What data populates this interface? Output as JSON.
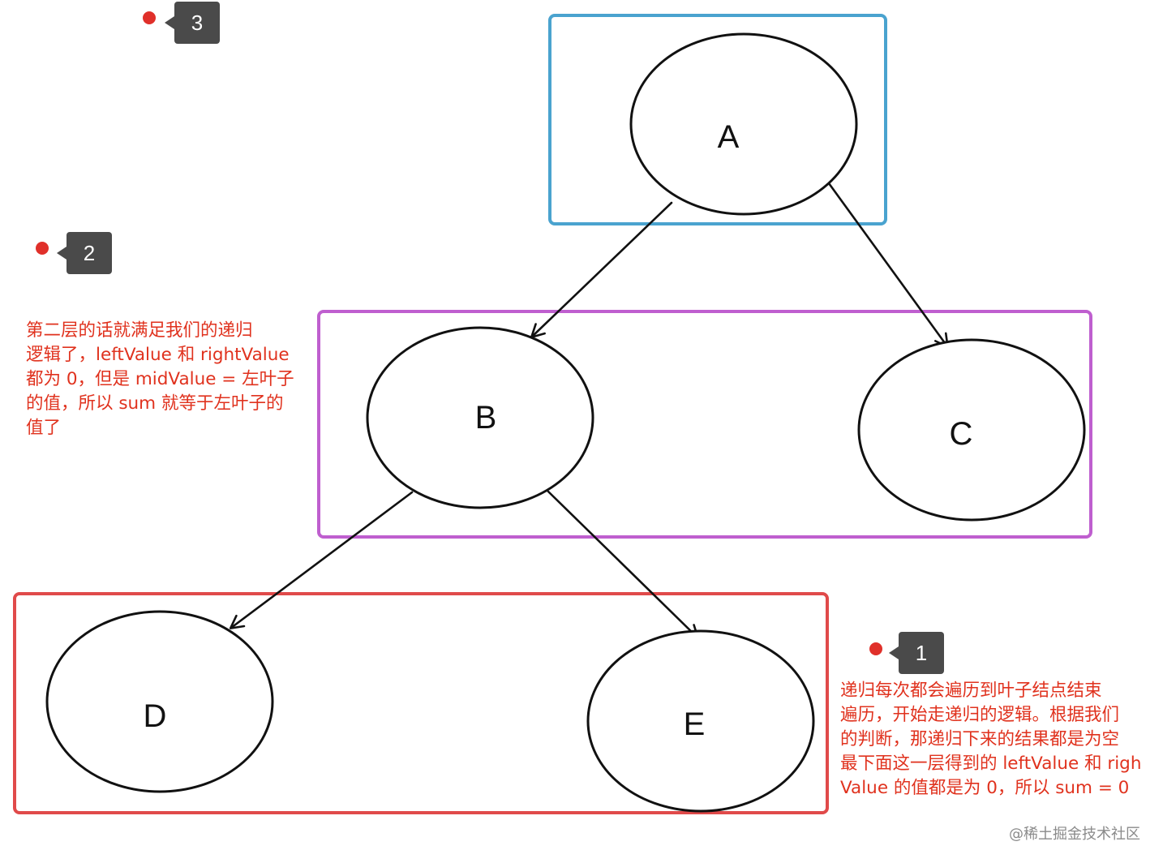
{
  "colors": {
    "layer_top": "#4aa3cf",
    "layer_middle": "#bf5fcf",
    "layer_bottom": "#e04a4a",
    "annotation_text": "#e0321e",
    "marker_dot": "#e0302a",
    "badge_bg": "#4a4a4a"
  },
  "nodes": {
    "a": "A",
    "b": "B",
    "c": "C",
    "d": "D",
    "e": "E"
  },
  "markers": {
    "m1": "1",
    "m2": "2",
    "m3": "3"
  },
  "annotations": {
    "layer2_note": "第二层的话就满足我们的递归\n逻辑了，leftValue 和 rightValue\n都为 0，但是 midValue = 左叶子\n的值，所以 sum 就等于左叶子的\n值了",
    "layer3_note": "递归每次都会遍历到叶子结点结束\n遍历，开始走递归的逻辑。根据我们\n的判断，那递归下来的结果都是为空\n最下面这一层得到的 leftValue 和 righ\nValue 的值都是为 0，所以 sum = 0"
  },
  "watermark": "@稀土掘金技术社区"
}
